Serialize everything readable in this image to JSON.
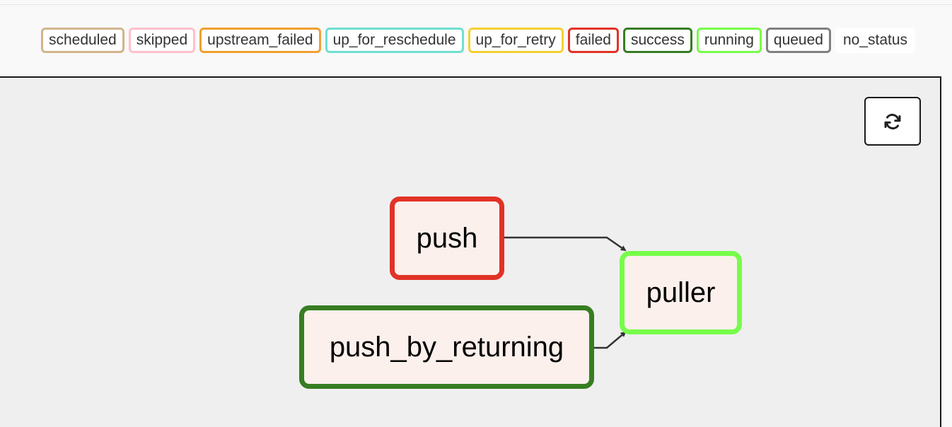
{
  "legend": {
    "items": [
      {
        "label": "scheduled",
        "color": "#d2b48c"
      },
      {
        "label": "skipped",
        "color": "#ffc0cb"
      },
      {
        "label": "upstream_failed",
        "color": "#f0a030"
      },
      {
        "label": "up_for_reschedule",
        "color": "#70dfd0"
      },
      {
        "label": "up_for_retry",
        "color": "#f5d033"
      },
      {
        "label": "failed",
        "color": "#e23226"
      },
      {
        "label": "success",
        "color": "#377d22"
      },
      {
        "label": "running",
        "color": "#77fc4a"
      },
      {
        "label": "queued",
        "color": "#808080"
      },
      {
        "label": "no_status",
        "color": "#ffffff"
      }
    ]
  },
  "graph": {
    "refresh_icon": "refresh-icon",
    "nodes": {
      "push": {
        "label": "push",
        "state": "failed",
        "color": "#e23226"
      },
      "push_by_returning": {
        "label": "push_by_returning",
        "state": "success",
        "color": "#377d22"
      },
      "puller": {
        "label": "puller",
        "state": "running",
        "color": "#77fc4a"
      }
    },
    "edges": [
      {
        "from": "push",
        "to": "puller"
      },
      {
        "from": "push_by_returning",
        "to": "puller"
      }
    ]
  }
}
